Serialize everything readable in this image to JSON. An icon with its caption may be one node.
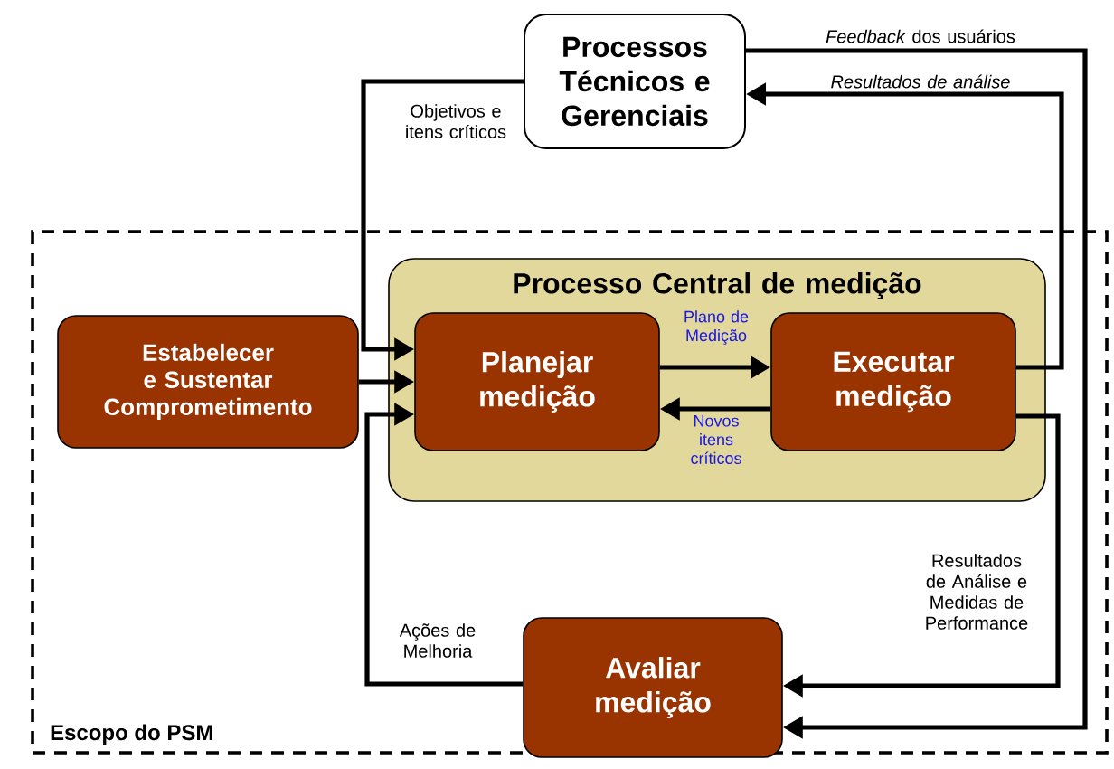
{
  "diagram": {
    "nodes": [
      {
        "text": [
          "Processos Técnicos e Gerenciais"
        ]
      },
      {
        "text": [
          "Escopo do PSM"
        ]
      },
      {
        "text": [
          "Estabelecer e Sustentar Comprometimento"
        ],
        "in": 1
      },
      {
        "text": [
          "Processo Central de medição"
        ],
        "in": 1
      },
      {
        "text": [
          "Planejar medição"
        ],
        "in": 3
      },
      {
        "text": [
          "Executar medição"
        ],
        "in": 3
      },
      {
        "text": [
          "Avaliar medição"
        ],
        "in": 1
      }
    ],
    "edges": [
      {
        "from": 0,
        "to": 4,
        "arrow": "to",
        "label": "Objetivos e itens críticos"
      },
      {
        "from": 2,
        "to": 4,
        "arrow": "to"
      },
      {
        "from": 6,
        "to": 4,
        "arrow": "to",
        "label": "Ações de Melhoria"
      },
      {
        "from": 4,
        "to": 5,
        "arrow": "to",
        "label": "Plano de Medição"
      },
      {
        "from": 5,
        "to": 4,
        "arrow": "to",
        "label": "Novos itens críticos"
      },
      {
        "from": 5,
        "to": 0,
        "arrow": "to",
        "label": "Resultados de análise"
      },
      {
        "from": 0,
        "to": 6,
        "arrow": "to",
        "label": "*Feedback* dos usuários"
      },
      {
        "from": 5,
        "to": 6,
        "arrow": "to",
        "label": "Resultados de Análise e Medidas de Performance"
      }
    ]
  }
}
